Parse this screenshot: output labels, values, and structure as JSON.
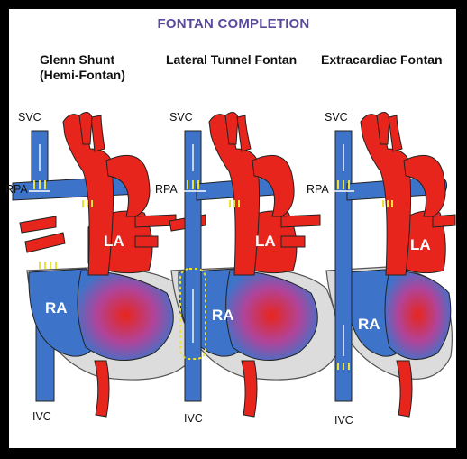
{
  "title": "FONTAN COMPLETION",
  "panels": [
    {
      "title_line1": "Glenn Shunt",
      "title_line2": "(Hemi-Fontan)",
      "svc": "SVC",
      "rpa": "RPA",
      "la": "LA",
      "ra": "RA",
      "ivc": "IVC"
    },
    {
      "title_line1": "Lateral Tunnel Fontan",
      "title_line2": "",
      "svc": "SVC",
      "rpa": "RPA",
      "la": "LA",
      "ra": "RA",
      "ivc": "IVC"
    },
    {
      "title_line1": "Extracardiac Fontan",
      "title_line2": "",
      "svc": "SVC",
      "rpa": "RPA",
      "la": "LA",
      "ra": "RA",
      "ivc": "IVC"
    }
  ],
  "colors": {
    "title": "#5b4a9c",
    "red": "#e8251c",
    "blue": "#3d74c9",
    "yellow": "#e8e23a"
  }
}
